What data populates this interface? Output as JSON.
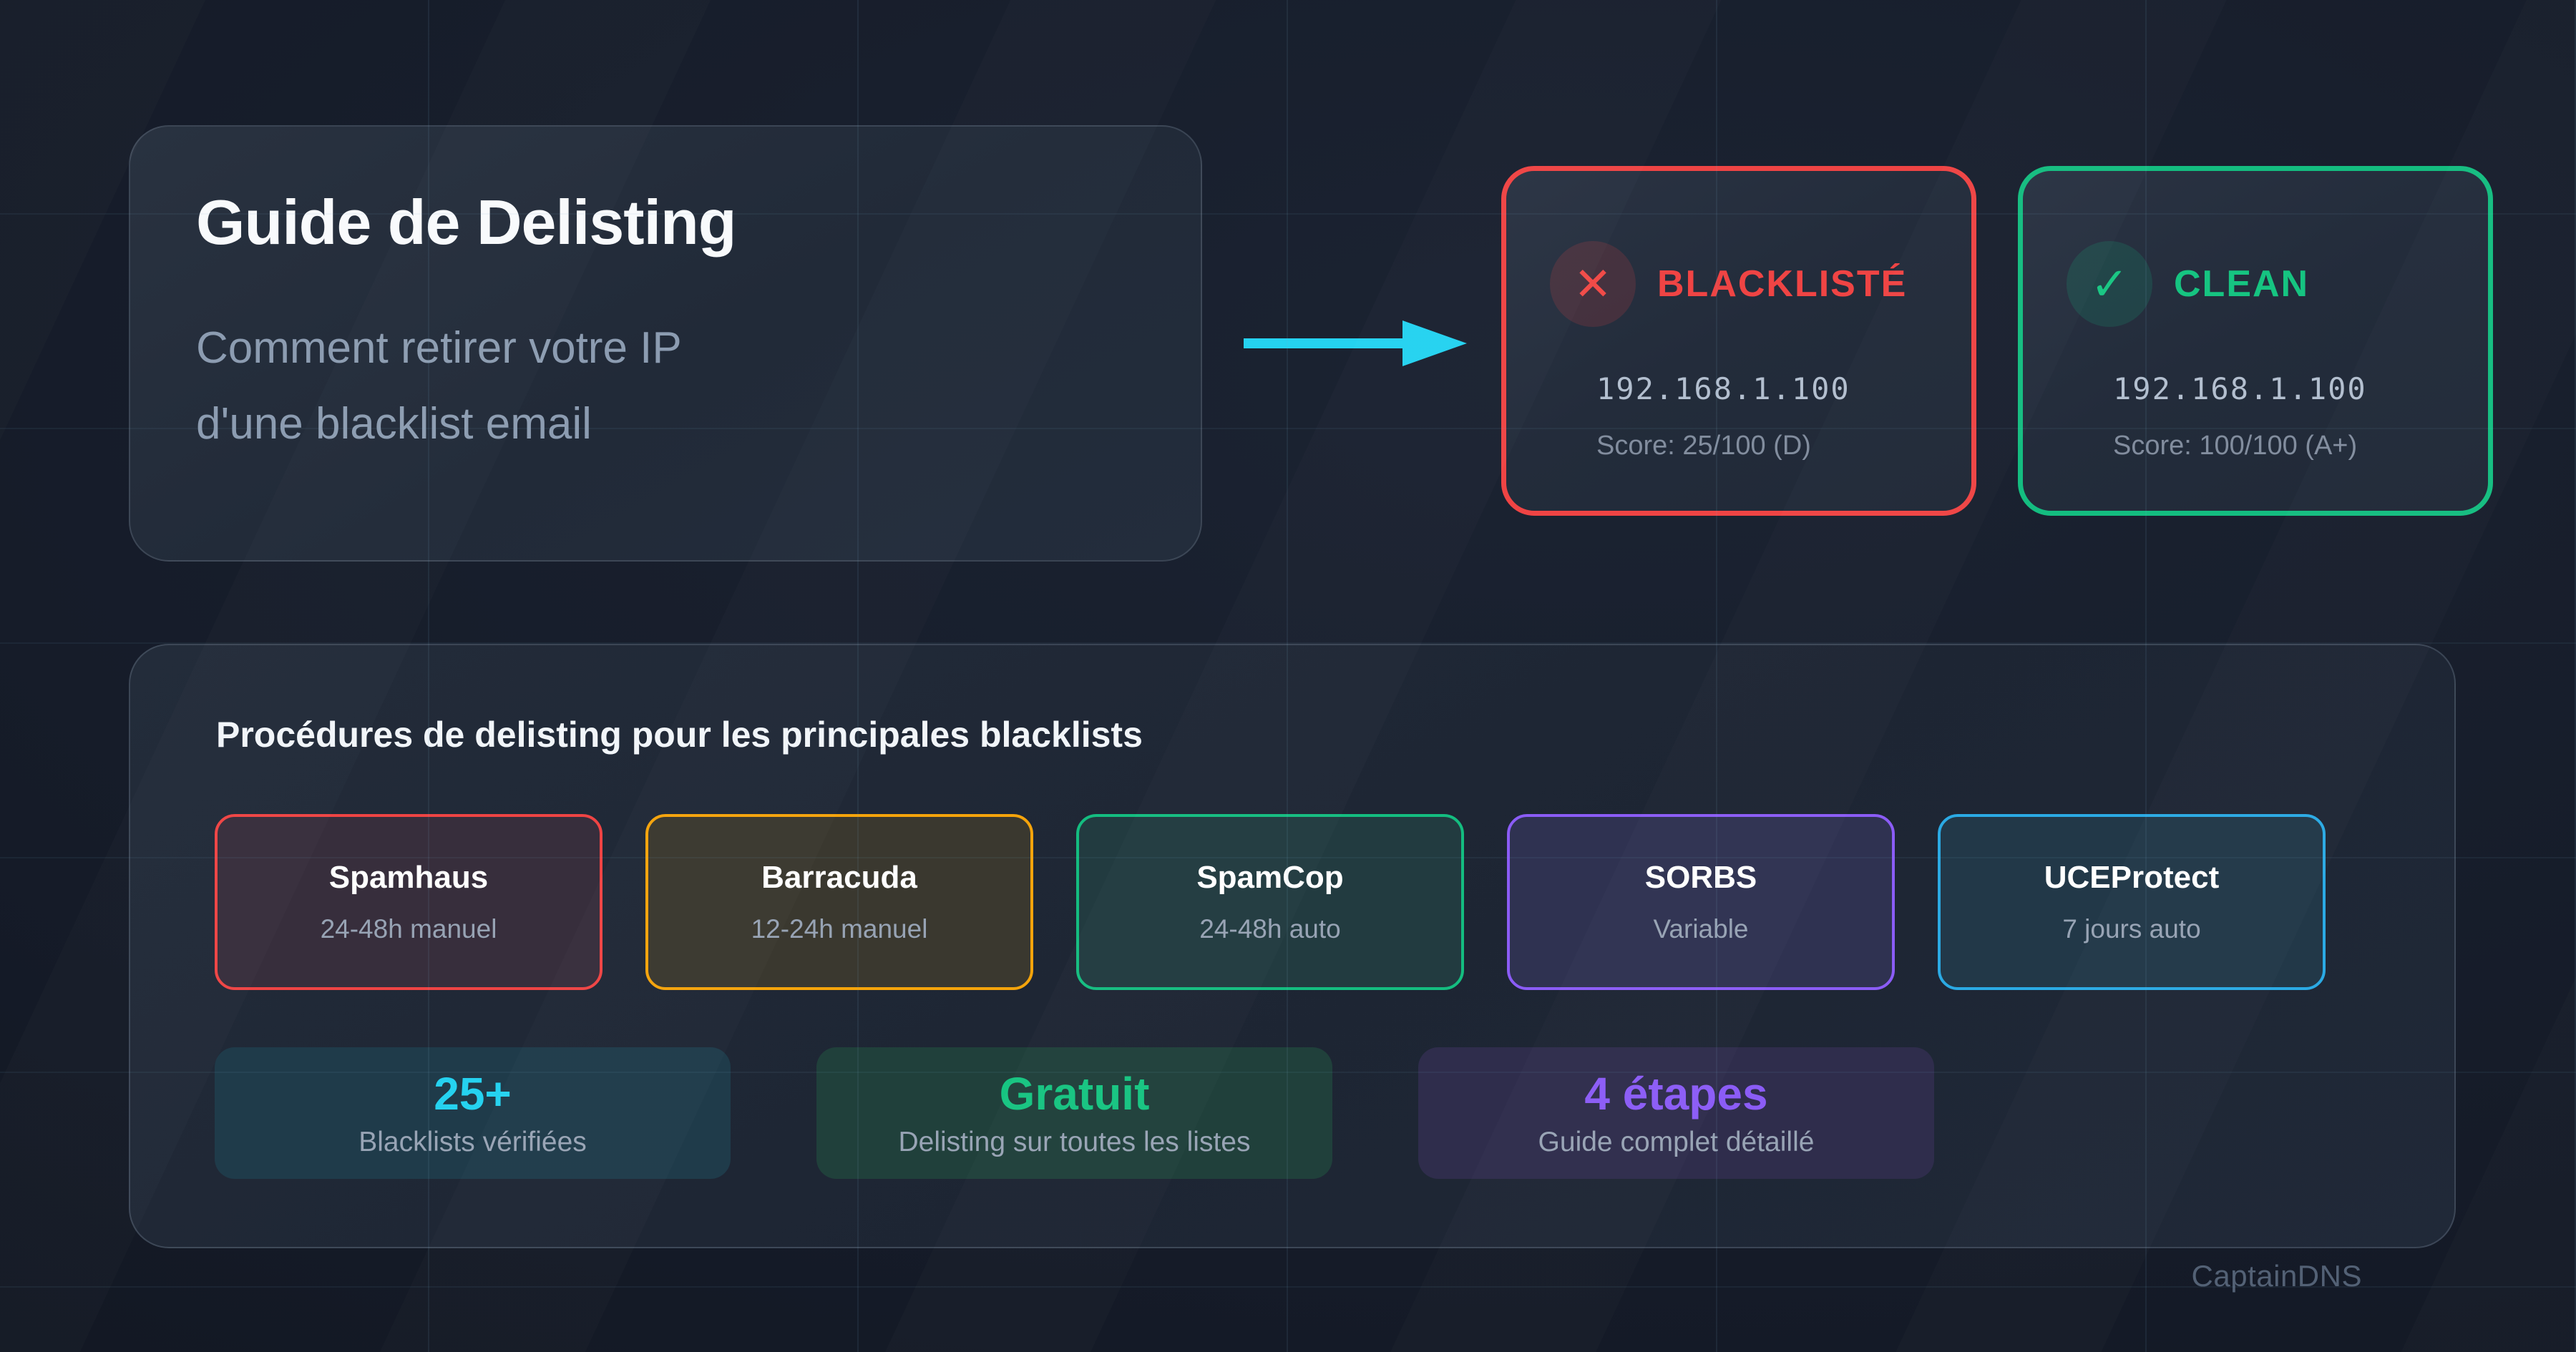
{
  "brand": "CaptainDNS",
  "hero": {
    "title": "Guide de Delisting",
    "subtitle_line1": "Comment retirer votre IP",
    "subtitle_line2": "d'une blacklist email"
  },
  "comparison": {
    "arrow_icon": "arrow-right-icon",
    "arrow_color": "#25d2f0",
    "blacklisted": {
      "icon": "x-icon",
      "icon_glyph": "✕",
      "label": "BLACKLISTÉ",
      "ip": "192.168.1.100",
      "score": "Score: 25/100 (D)",
      "color": "#ef4444"
    },
    "clean": {
      "icon": "check-icon",
      "icon_glyph": "✓",
      "label": "CLEAN",
      "ip": "192.168.1.100",
      "score": "Score: 100/100 (A+)",
      "color": "#14bd80"
    }
  },
  "procedures": {
    "title": "Procédures de delisting pour les principales blacklists",
    "blacklists": [
      {
        "name": "Spamhaus",
        "delay": "24-48h manuel",
        "color": "#ef4444"
      },
      {
        "name": "Barracuda",
        "delay": "12-24h manuel",
        "color": "#f5a40b"
      },
      {
        "name": "SpamCop",
        "delay": "24-48h auto",
        "color": "#14bd80"
      },
      {
        "name": "SORBS",
        "delay": "Variable",
        "color": "#8b5cf6"
      },
      {
        "name": "UCEProtect",
        "delay": "7 jours auto",
        "color": "#2baae4"
      }
    ],
    "stats": [
      {
        "value": "25+",
        "label": "Blacklists vérifiées",
        "color": "#25d2f0"
      },
      {
        "value": "Gratuit",
        "label": "Delisting sur toutes les listes",
        "color": "#16c481"
      },
      {
        "value": "4 étapes",
        "label": "Guide complet détaillé",
        "color": "#8b5cf6"
      }
    ]
  }
}
